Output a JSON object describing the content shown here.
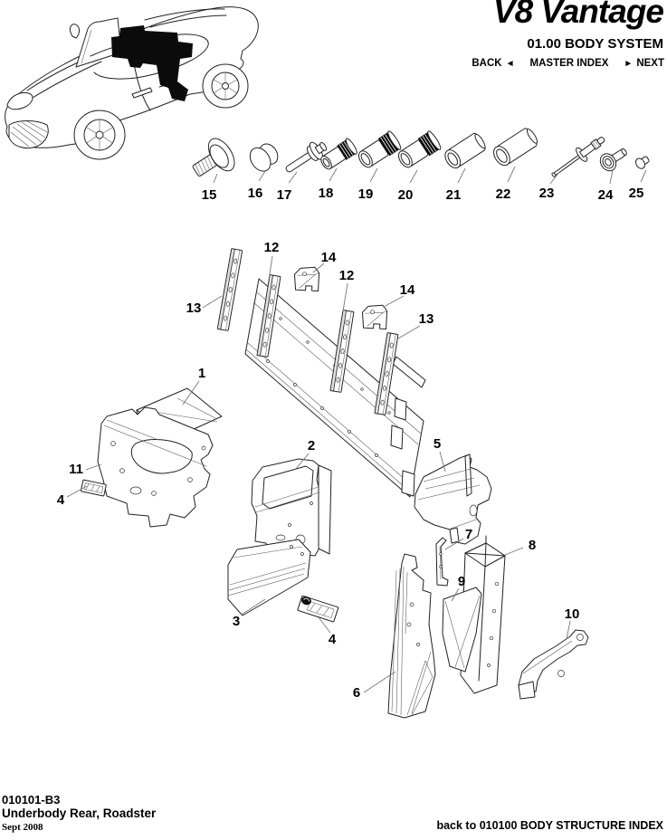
{
  "header": {
    "logo": "V8 Vantage",
    "section_title": "01.00 BODY SYSTEM",
    "nav": {
      "back_label": "BACK",
      "back_arrow": "◄",
      "master_index_label": "MASTER INDEX",
      "next_arrow": "►",
      "next_label": "NEXT"
    }
  },
  "diagram": {
    "parts": {
      "1": "1",
      "2": "2",
      "3": "3",
      "4": "4",
      "5": "5",
      "6": "6",
      "7": "7",
      "8": "8",
      "9": "9",
      "10": "10",
      "11": "11",
      "12": "12",
      "13": "13",
      "14": "14"
    },
    "fasteners": {
      "15": "15",
      "16": "16",
      "17": "17",
      "18": "18",
      "19": "19",
      "20": "20",
      "21": "21",
      "22": "22",
      "23": "23",
      "24": "24",
      "25": "25"
    }
  },
  "footer": {
    "doc_number": "010101-B3",
    "doc_title": "Underbody Rear, Roadster",
    "doc_date": "Sept 2008",
    "back_link": "back to 010100 BODY STRUCTURE INDEX"
  }
}
